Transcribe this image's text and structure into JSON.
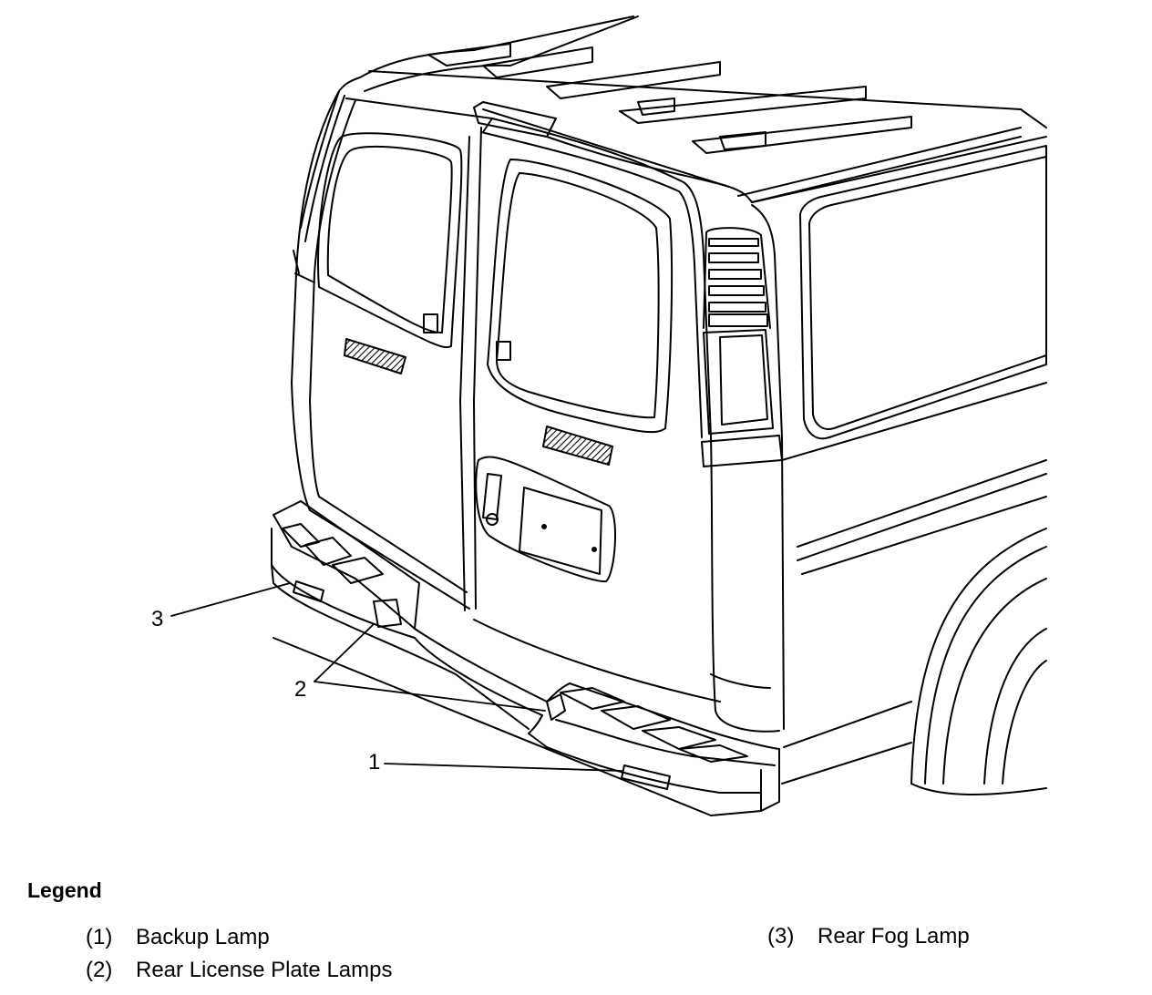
{
  "callouts": [
    {
      "number": "1"
    },
    {
      "number": "2"
    },
    {
      "number": "3"
    }
  ],
  "legend": {
    "title": "Legend",
    "items": [
      {
        "number": "(1)",
        "label": "Backup Lamp"
      },
      {
        "number": "(2)",
        "label": "Rear License Plate Lamps"
      },
      {
        "number": "(3)",
        "label": "Rear Fog Lamp"
      }
    ]
  },
  "colors": {
    "line": "#000000",
    "background": "#ffffff"
  }
}
